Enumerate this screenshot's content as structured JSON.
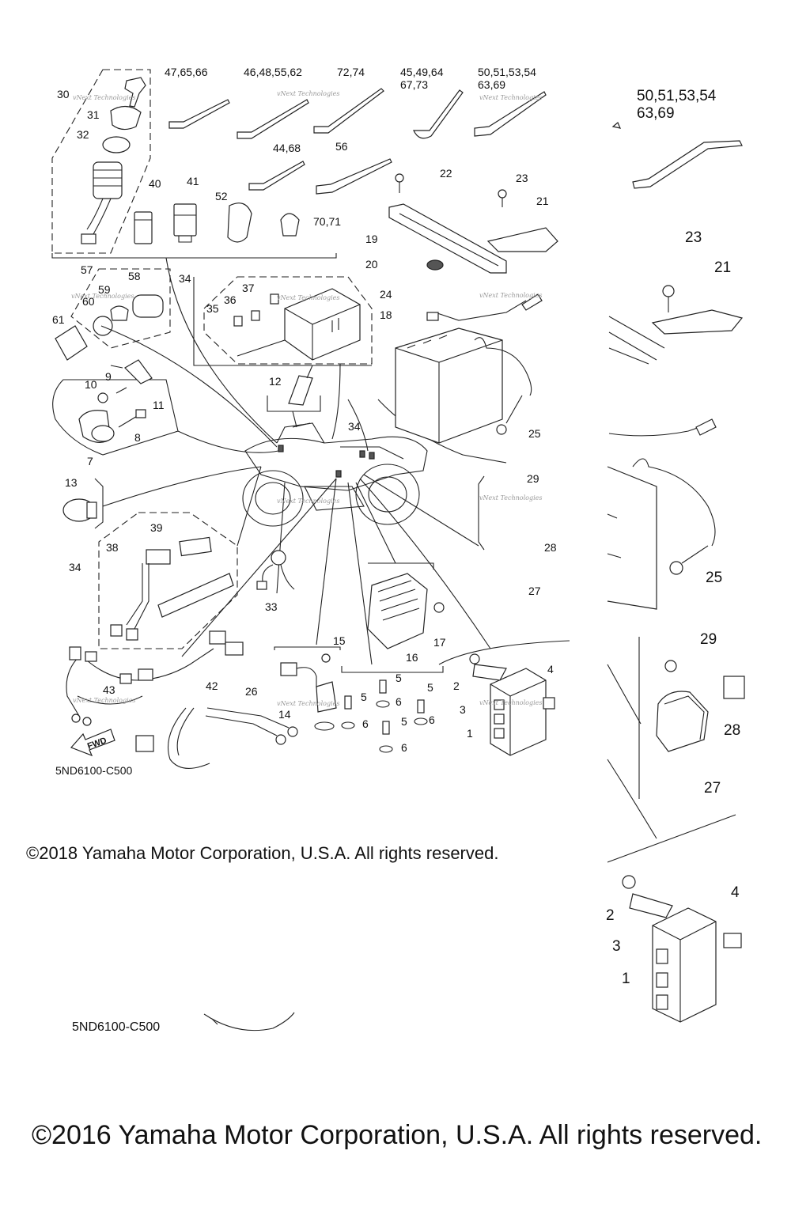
{
  "diagram": {
    "left_code": "5ND6100-C500",
    "right_code": "5ND6100-C500",
    "watermark": "vNext Technologies",
    "left_callouts": {
      "c30": "30",
      "c31": "31",
      "c32": "32",
      "c40": "40",
      "c41": "41",
      "c52": "52",
      "c47": "47,65,66",
      "c46": "46,48,55,62",
      "c72": "72,74",
      "c45a": "45,49,64",
      "c45b": "67,73",
      "c50a": "50,51,53,54",
      "c50b": "63,69",
      "c44": "44,68",
      "c56": "56",
      "c70": "70,71",
      "c22": "22",
      "c23": "23",
      "c21": "21",
      "c19": "19",
      "c20": "20",
      "c57": "57",
      "c58": "58",
      "c59": "59",
      "c60": "60",
      "c61": "61",
      "c34a": "34",
      "c37": "37",
      "c36": "36",
      "c35": "35",
      "c24": "24",
      "c18": "18",
      "c9": "9",
      "c10": "10",
      "c11": "11",
      "c12": "12",
      "c7": "7",
      "c8": "8",
      "c34b": "34",
      "c25": "25",
      "c13": "13",
      "c29": "29",
      "c28": "28",
      "c27": "27",
      "c39": "39",
      "c38": "38",
      "c34c": "34",
      "c33": "33",
      "c17": "17",
      "c16": "16",
      "c15": "15",
      "c5a": "5",
      "c5b": "5",
      "c5c": "5",
      "c5d": "5",
      "c6a": "6",
      "c6b": "6",
      "c6c": "6",
      "c6d": "6",
      "c14": "14",
      "c4": "4",
      "c2": "2",
      "c3": "3",
      "c1": "1",
      "c43": "43",
      "c42": "42",
      "c26": "26",
      "fwd": "FWD"
    },
    "right_callouts": {
      "r50a": "50,51,53,54",
      "r50b": "63,69",
      "r23": "23",
      "r21": "21",
      "r25": "25",
      "r29": "29",
      "r28": "28",
      "r27": "27",
      "r4": "4",
      "r2": "2",
      "r3": "3",
      "r1": "1"
    }
  },
  "copyright_small": "©2018 Yamaha Motor Corporation, U.S.A. All rights reserved.",
  "copyright_large": "©2016 Yamaha Motor Corporation, U.S.A. All rights reserved."
}
